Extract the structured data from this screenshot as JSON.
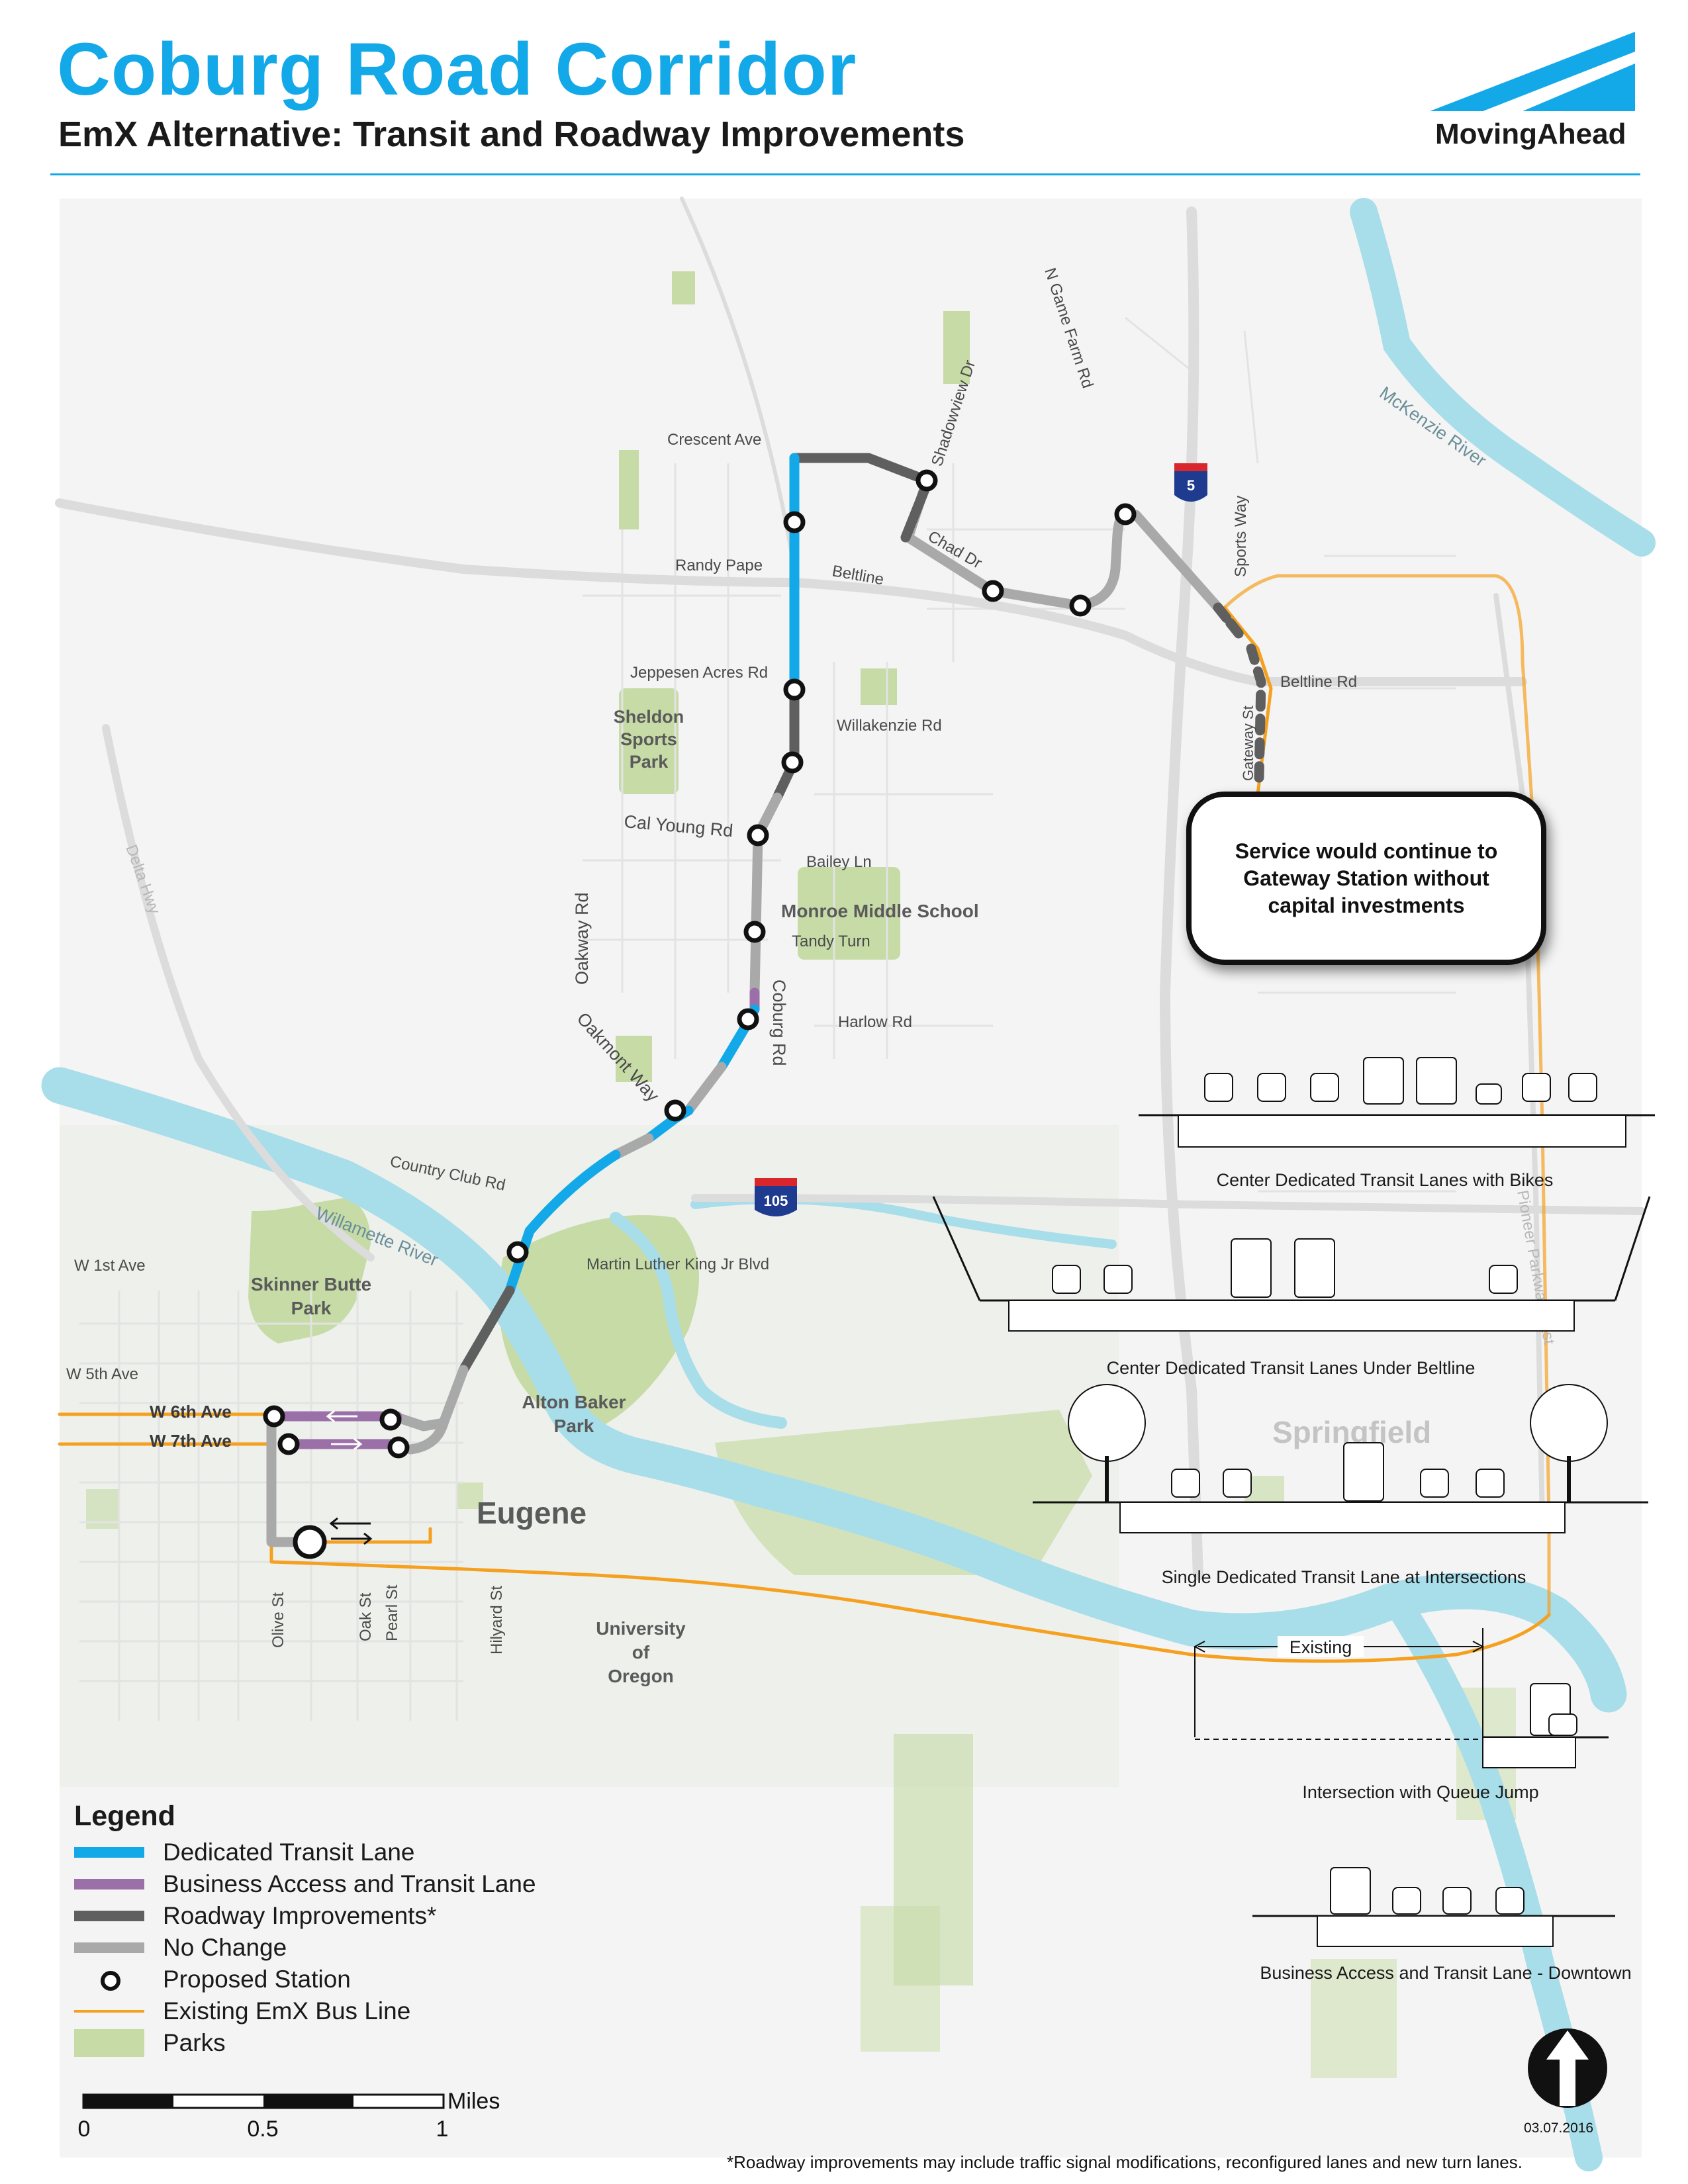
{
  "header": {
    "title": "Coburg Road Corridor",
    "subtitle": "EmX Alternative: Transit and Roadway Improvements",
    "brand": "MovingAhead"
  },
  "colors": {
    "dedicated_transit": "#13a9e8",
    "business_access": "#9b6fa8",
    "roadway_improvements": "#5f5f5f",
    "no_change": "#a9a9a9",
    "existing_emx": "#f5a01f",
    "parks": "#c7dba7",
    "river": "#a8ddea"
  },
  "map": {
    "streets": [
      "Crescent Ave",
      "Randy Pape",
      "Beltline",
      "Jeppesen Acres Rd",
      "Willakenzie Rd",
      "Cal Young Rd",
      "Bailey Ln",
      "Tandy Turn",
      "Harlow Rd",
      "Coburg Rd",
      "Oakway Rd",
      "Oakmont Way",
      "Country Club Rd",
      "Martin Luther King Jr Blvd",
      "W 1st Ave",
      "W 5th Ave",
      "W 6th Ave",
      "W 7th Ave",
      "Olive St",
      "Oak St",
      "Pearl St",
      "Hilyard St",
      "Shadowview Dr",
      "Chad Dr",
      "N Game Farm Rd",
      "Sports Way",
      "Beltline Rd",
      "Gateway St",
      "Delta Hwy",
      "Pioneer Parkway East"
    ],
    "parks": [
      "Sheldon Sports Park",
      "Skinner Butte Park",
      "Alton Baker Park"
    ],
    "places": [
      "Monroe Middle School",
      "Eugene",
      "Springfield",
      "University of Oregon"
    ],
    "rivers": [
      "Willamette River",
      "McKenzie River"
    ],
    "highways": [
      "5",
      "105"
    ]
  },
  "callout": "Service would continue to Gateway Station without capital investments",
  "cross_sections": [
    "Center Dedicated Transit Lanes with Bikes",
    "Center Dedicated Transit Lanes Under Beltline",
    "Single Dedicated Transit Lane at Intersections",
    "Intersection with Queue Jump",
    "Business Access and Transit Lane - Downtown"
  ],
  "queue_jump_label": "Existing",
  "legend": {
    "title": "Legend",
    "items": [
      {
        "label": "Dedicated Transit Lane",
        "type": "line",
        "color": "#13a9e8"
      },
      {
        "label": "Business Access and Transit Lane",
        "type": "line",
        "color": "#9b6fa8"
      },
      {
        "label": "Roadway Improvements*",
        "type": "line",
        "color": "#5f5f5f"
      },
      {
        "label": "No Change",
        "type": "line",
        "color": "#a9a9a9"
      },
      {
        "label": "Proposed Station",
        "type": "circle",
        "color": "#111111"
      },
      {
        "label": "Existing EmX Bus Line",
        "type": "thin",
        "color": "#f5a01f"
      },
      {
        "label": "Parks",
        "type": "box",
        "color": "#c7dba7"
      }
    ]
  },
  "scale": {
    "unit": "Miles",
    "ticks": [
      "0",
      "0.5",
      "1"
    ]
  },
  "north_arrow": "north-arrow",
  "footnote": "*Roadway improvements may include traffic signal modifications, reconfigured lanes and new turn lanes.",
  "date": "03.07.2016"
}
